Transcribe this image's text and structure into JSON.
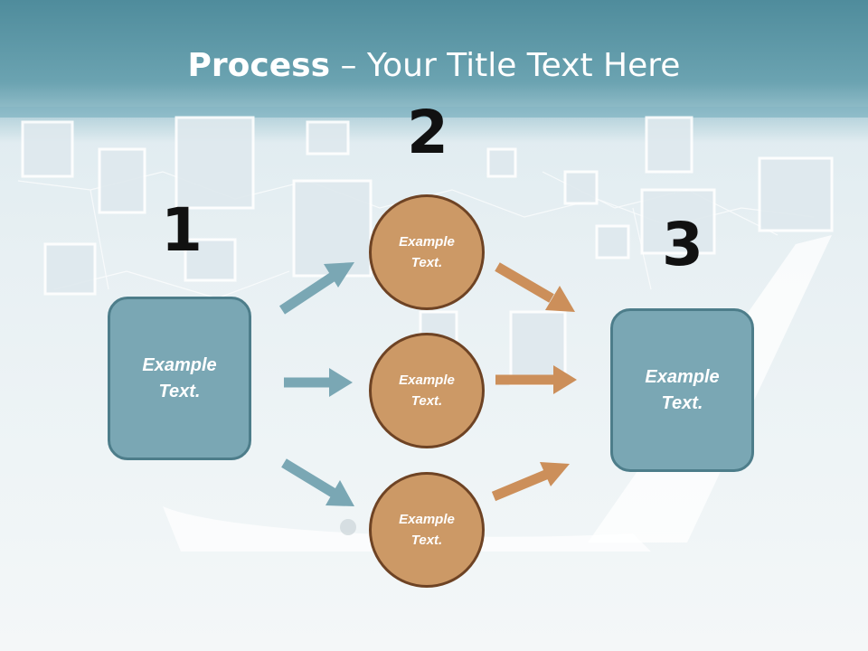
{
  "slide": {
    "title_bold": "Process",
    "title_rest": " – Your Title Text Here"
  },
  "steps": {
    "n1": "1",
    "n2": "2",
    "n3": "3"
  },
  "nodes": {
    "left_box": "Example Text.",
    "right_box": "Example Text.",
    "circle_top": "Example Text.",
    "circle_mid": "Example Text.",
    "circle_bot": "Example Text."
  },
  "colors": {
    "banner": "#5f9aa9",
    "box_fill": "#7aa7b4",
    "box_border": "#4d7d8a",
    "circle_fill": "#cc9966",
    "circle_border": "#6e4324",
    "arrow_blue": "#7aa7b4",
    "arrow_orange": "#cc8f5a"
  }
}
